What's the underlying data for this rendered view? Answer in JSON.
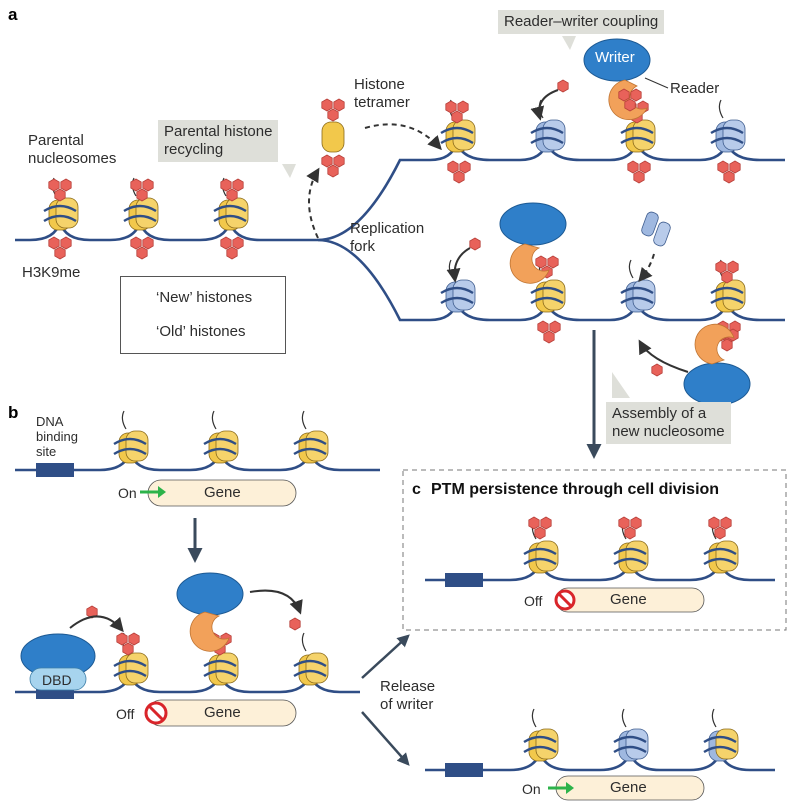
{
  "panels": {
    "a": "a",
    "b": "b",
    "c": "c"
  },
  "labels": {
    "parental_nucleosomes_1": "Parental",
    "parental_nucleosomes_2": "nucleosomes",
    "h3k9me": "H3K9me",
    "histone_tetramer_1": "Histone",
    "histone_tetramer_2": "tetramer",
    "replication_fork_1": "Replication",
    "replication_fork_2": "fork",
    "writer": "Writer",
    "reader": "Reader",
    "dna_binding_site_1": "DNA",
    "dna_binding_site_2": "binding",
    "dna_binding_site_3": "site",
    "gene": "Gene",
    "on": "On",
    "off": "Off",
    "dbd": "DBD",
    "release_of_writer_1": "Release",
    "release_of_writer_2": "of writer",
    "panel_c_title": "PTM persistence through cell division"
  },
  "callouts": {
    "reader_writer": "Reader–writer coupling",
    "recycling_1": "Parental histone",
    "recycling_2": "recycling",
    "assembly_1": "Assembly of a",
    "assembly_2": "new nucleosome"
  },
  "legend": {
    "new": "‘New’ histones",
    "old": "‘Old’ histones"
  },
  "colors": {
    "dna": "#2f4e86",
    "old_histone": "#f2c84b",
    "new_histone": "#9fb8e0",
    "methyl": "#e8625a",
    "writer": "#2f7fc9",
    "reader": "#f2a15a",
    "callout": "#dedfd9",
    "gene_box": "#fdf0d8",
    "off_sign": "#d9252a",
    "on_arrow": "#2db34a"
  }
}
